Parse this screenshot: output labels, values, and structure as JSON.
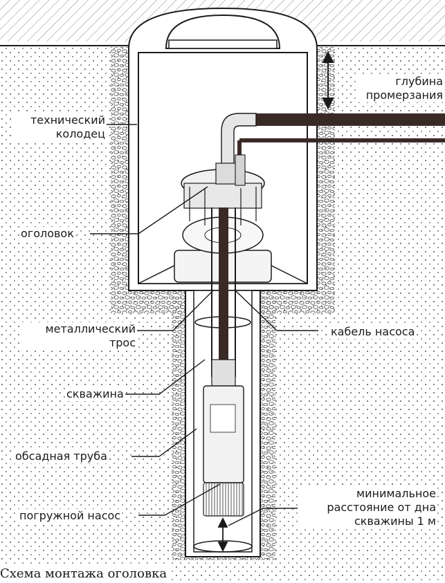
{
  "labels": {
    "frost_depth": [
      "глубина",
      "промерзания"
    ],
    "tech_well": [
      "технический",
      "колодец"
    ],
    "head": "оголовок",
    "metal_cable": [
      "металлический",
      "трос"
    ],
    "pump_cable": "кабель насоса",
    "borehole": "скважина",
    "casing": "обсадная труба",
    "pump": "погружной насос",
    "min_distance": [
      "минимальное",
      "расстояние от дна",
      "скважины 1 м"
    ]
  },
  "caption": "Схема монтажа оголовка",
  "colors": {
    "ink": "#1a1a1a",
    "pipe": "#3a2a26",
    "well_wall": "#ffffff",
    "soil_dots": "#555555"
  },
  "icons": {
    "frost_arrow": "double-vertical-arrow-icon",
    "bottom_arrow": "double-vertical-arrow-icon"
  }
}
